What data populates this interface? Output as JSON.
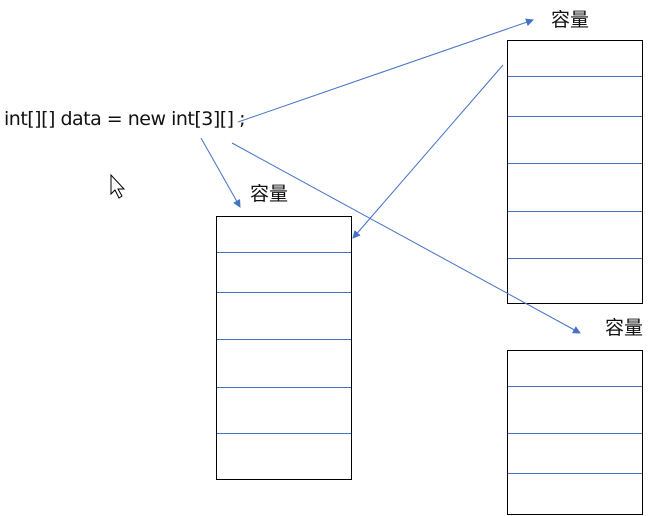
{
  "code": "int[][] data = new int[3][] ;",
  "labels": [
    "容量",
    "容量",
    "容量"
  ],
  "arrow_color": "#4472c4"
}
